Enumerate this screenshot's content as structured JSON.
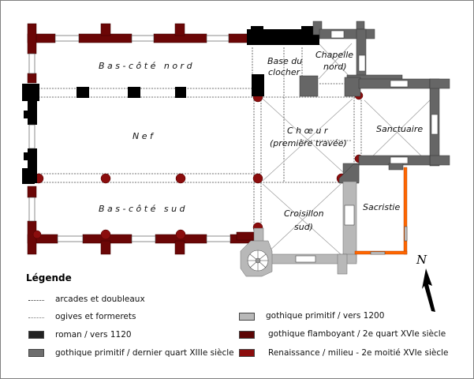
{
  "plan": {
    "rooms": {
      "bas_cote_nord": "Bas-côté nord",
      "nef": "Nef",
      "bas_cote_sud": "Bas-côté sud",
      "base_du_clocher_1": "Base du",
      "base_du_clocher_2": "clocher",
      "chapelle_nord_1": "Chapelle",
      "chapelle_nord_2": "nord)",
      "choeur_1": "Chœur",
      "choeur_2": "(première travée)",
      "sanctuaire": "Sanctuaire",
      "croisillon_sud_1": "Croisillon",
      "croisillon_sud_2": "sud)",
      "sacristie": "Sacristie"
    },
    "north_label": "N",
    "colors": {
      "roman": "#000000",
      "gothique_xiii": "#666666",
      "gothique_1200": "#b3b3b3",
      "flamboyant": "#5a0000",
      "renaissance": "#800000",
      "modern": "#ff6600",
      "window": "#ffffff"
    }
  },
  "legend": {
    "title": "Légende",
    "items": [
      {
        "label": "arcades et doubleaux",
        "type": "line"
      },
      {
        "label": "ogives et formerets",
        "type": "line-fine"
      },
      {
        "label": "roman / vers 1120",
        "type": "swatch",
        "color": "#222222"
      },
      {
        "label": "gothique primitif / dernier quart XIIIe siècle",
        "type": "swatch",
        "color": "#6e6e6e"
      },
      {
        "label": "gothique primitif / vers 1200",
        "type": "swatch",
        "color": "#b8b8b8"
      },
      {
        "label": "gothique flamboyant / 2e quart XVIe siècle",
        "type": "swatch",
        "color": "#5c0505"
      },
      {
        "label": "Renaissance / milieu - 2e moitié XVIe siècle",
        "type": "swatch",
        "color": "#8b0d0d"
      }
    ]
  }
}
